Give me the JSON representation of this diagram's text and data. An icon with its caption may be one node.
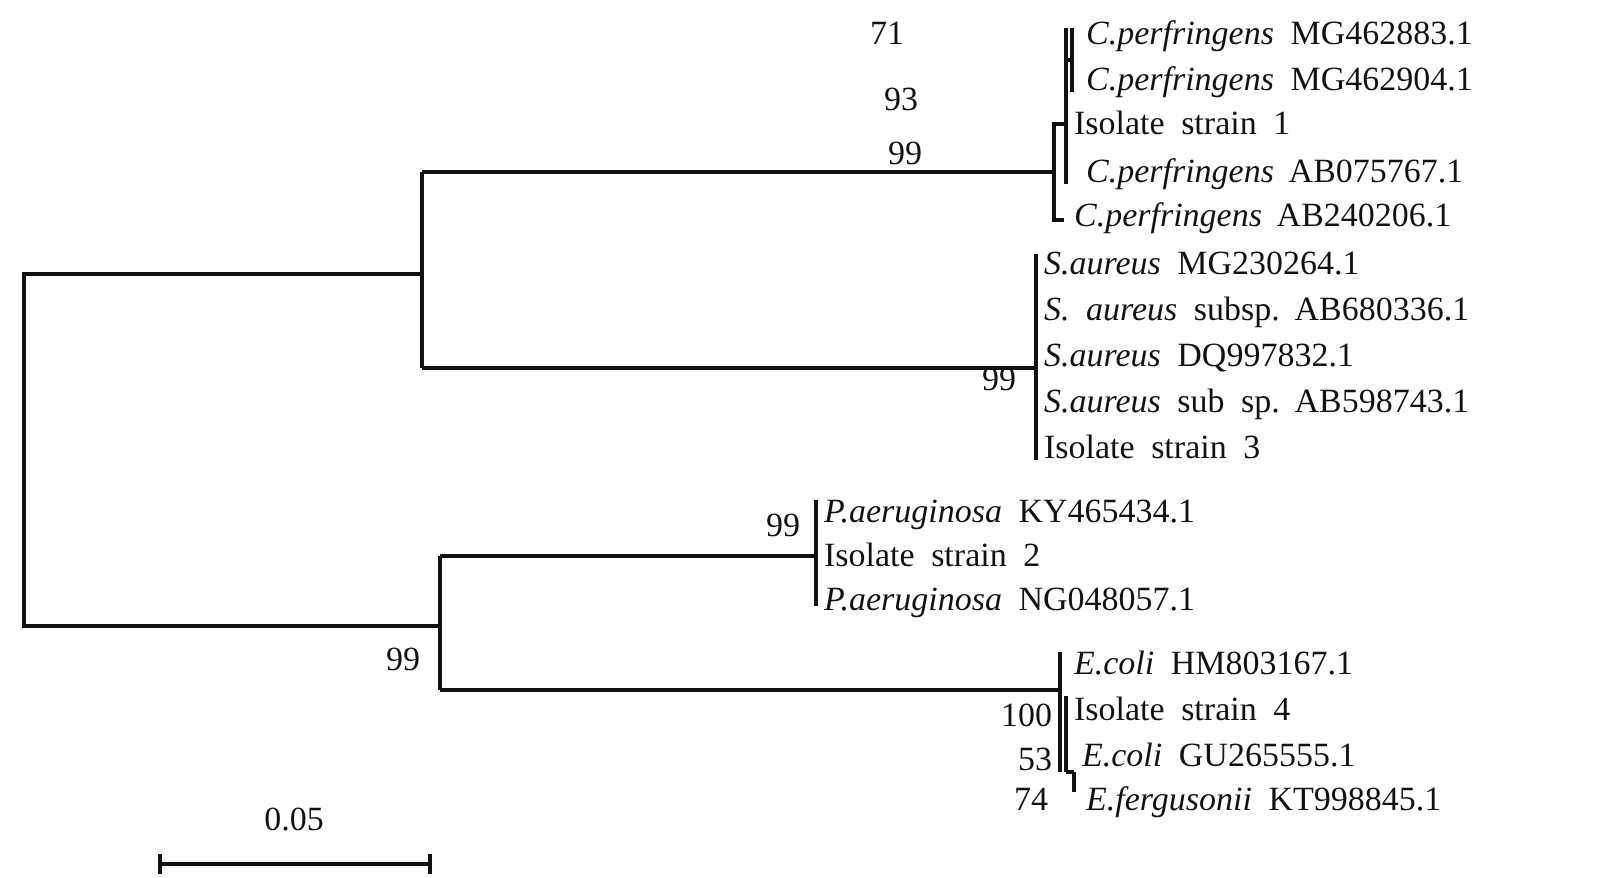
{
  "diagram": {
    "labels": [
      "71",
      "*C.perfringens* MG462883.1",
      "*C.perfringens* MG462904.1",
      "93",
      "Isolate strain 1",
      "99",
      "*C.perfringens* AB075767.1",
      "*C.perfringens* AB240206.1",
      "*S.aureus* MG230264.1",
      "*S. aureus* subsp. AB680336.1",
      "*S.aureus* DQ997832.1",
      "99",
      "*S.aureus* sub sp. AB598743.1",
      "Isolate strain 3",
      "*P.aeruginosa* KY465434.1",
      "99",
      "Isolate strain 2",
      "*P.aeruginosa* NG048057.1",
      "99",
      "*E.coli* HM803167.1",
      "Isolate strain 4",
      "100",
      "*E.coli* GU265555.1",
      "53",
      "74",
      "*E.fergusonii* KT998845.1",
      "0.05"
    ]
  }
}
